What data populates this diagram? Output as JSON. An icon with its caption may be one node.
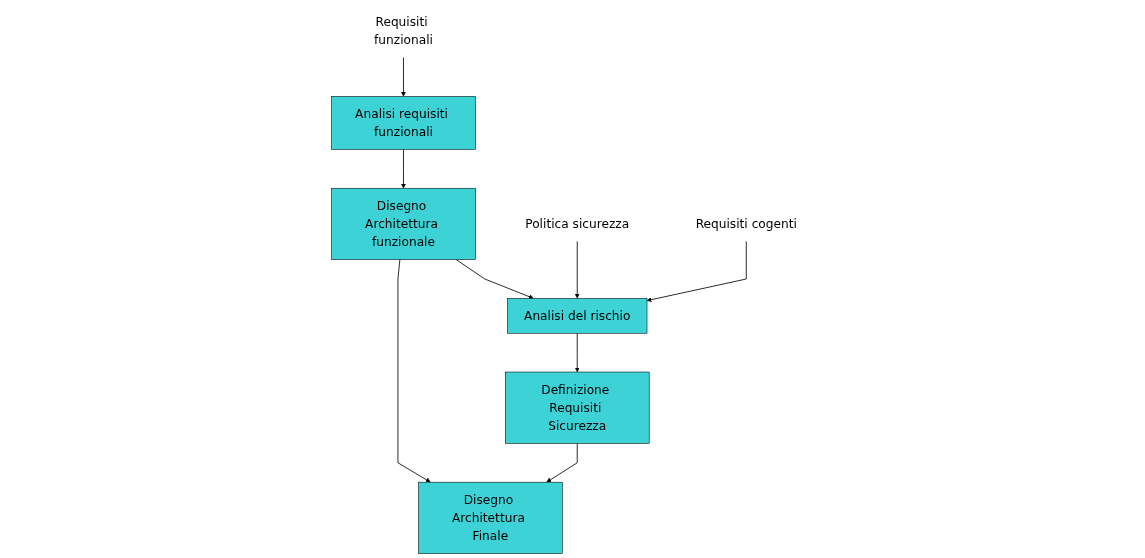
{
  "diagram": {
    "nodes": [
      {
        "text": [
          "Analisi requisiti funzionali"
        ]
      },
      {
        "text": [
          "Disegno Architettura funzionale"
        ]
      },
      {
        "text": [
          "Disegno Architettura Finale"
        ]
      },
      {
        "text": [
          "Analisi del rischio"
        ]
      },
      {
        "text": [
          "Definizione Requisiti Sicurezza"
        ]
      },
      {
        "text": [
          "Requisiti funzionali"
        ]
      },
      {
        "text": [
          "Politica sicurezza"
        ]
      },
      {
        "text": [
          "Requisiti cogenti"
        ]
      }
    ],
    "edges": [
      {
        "from": 5,
        "to": 0,
        "arrow": "to"
      },
      {
        "from": 0,
        "to": 1,
        "arrow": "to"
      },
      {
        "from": 1,
        "to": 3,
        "arrow": "to"
      },
      {
        "from": 1,
        "to": 2,
        "arrow": "to"
      },
      {
        "from": 6,
        "to": 3,
        "arrow": "to"
      },
      {
        "from": 7,
        "to": 3,
        "arrow": "to"
      },
      {
        "from": 3,
        "to": 4,
        "arrow": "to"
      },
      {
        "from": 4,
        "to": 2,
        "arrow": "to"
      }
    ]
  }
}
